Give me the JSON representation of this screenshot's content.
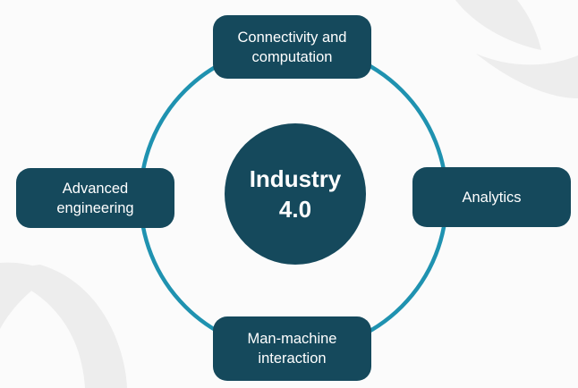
{
  "diagram": {
    "center": {
      "line1": "Industry",
      "line2": "4.0"
    },
    "nodes": [
      {
        "position": "top",
        "label": "Connectivity and computation"
      },
      {
        "position": "right",
        "label": "Analytics"
      },
      {
        "position": "bottom",
        "label": "Man-machine interaction"
      },
      {
        "position": "left",
        "label": "Advanced engineering"
      }
    ],
    "colors": {
      "node_background": "#15495C",
      "ring_stroke": "#1F92B0",
      "page_background": "#FBFBFB",
      "swoosh": "#EDEDED",
      "label_text": "#FFFFFF"
    }
  }
}
